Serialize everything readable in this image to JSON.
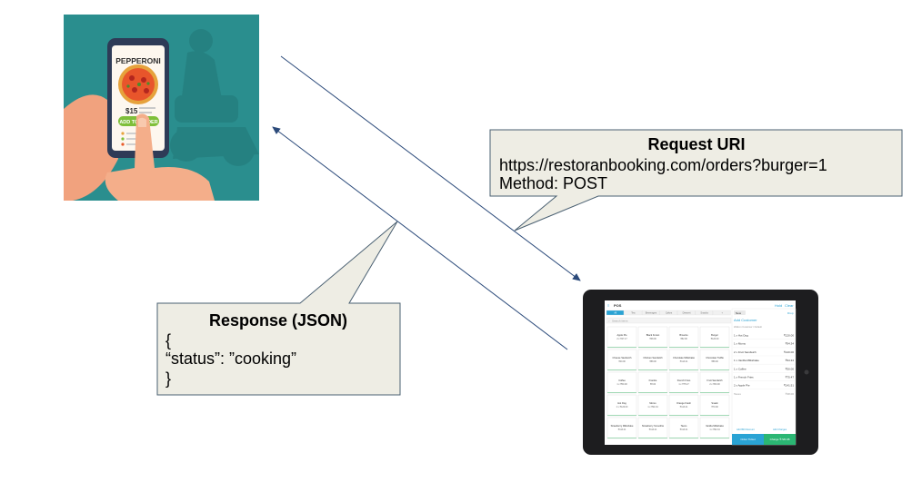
{
  "client": {
    "phone_title": "PEPPERONI",
    "price": "$15",
    "add_button": "ADD TO ORDER"
  },
  "request": {
    "title": "Request URI",
    "url": "https://restoranbooking.com/orders?burger=1",
    "method": "Method: POST"
  },
  "response": {
    "title": "Response (JSON)",
    "lines": [
      "{",
      "“status”: ”cooking”",
      "}"
    ]
  },
  "pos": {
    "brand": "POS",
    "tabs": [
      "All",
      "Tea",
      "Beverages",
      "Cakes",
      "Dessert",
      "Snacks",
      "+"
    ],
    "search_placeholder": "Search items",
    "products": [
      {
        "name": "Apple Pie",
        "price": "2 x ₹47.17"
      },
      {
        "name": "Black Forest",
        "price": "₹38.00"
      },
      {
        "name": "Brownie",
        "price": "₹82.00"
      },
      {
        "name": "Burger",
        "price": "₹120.00"
      },
      {
        "name": "Cheese Sandwich",
        "price": "₹40.00"
      },
      {
        "name": "Chicken Sandwich",
        "price": "₹88.00"
      },
      {
        "name": "Chocolate Milkshake",
        "price": "₹113.21"
      },
      {
        "name": "Chocolate Truffle",
        "price": "₹88.00"
      },
      {
        "name": "Coffee",
        "price": "1 x ₹50.00"
      },
      {
        "name": "Frankie",
        "price": "₹8.00"
      },
      {
        "name": "French Fries",
        "price": "1 x ₹75.47"
      },
      {
        "name": "Fruit Sandwich",
        "price": "2 x ₹60.00"
      },
      {
        "name": "Hot Dog",
        "price": "1 x ₹120.00"
      },
      {
        "name": "Momo",
        "price": "1 x ₹94.34"
      },
      {
        "name": "Orange Fresh",
        "price": "₹113.21"
      },
      {
        "name": "Snack",
        "price": "₹70.00"
      },
      {
        "name": "Strawberry Milkshake",
        "price": "₹113.21"
      },
      {
        "name": "Strawberry Smoothie",
        "price": "₹113.21"
      },
      {
        "name": "Tacos",
        "price": "₹113.21"
      },
      {
        "name": "Vanilla Milkshake",
        "price": "1 x ₹94.34"
      }
    ],
    "header_links": [
      "Hold",
      "Clear"
    ],
    "cart_button": "New",
    "cart_link": "Drop",
    "add_customer": "Add Customer",
    "customer_sub": "Walk-in Customer / Default",
    "cart_items": [
      {
        "name": "1 x Hot Dog",
        "price": "₹120.00"
      },
      {
        "name": "1 x Momo",
        "price": "₹94.34"
      },
      {
        "name": "2 x Fruit Sandwich",
        "price": "₹120.00"
      },
      {
        "name": "1 x Vanilla Milkshake",
        "price": "₹94.34"
      },
      {
        "name": "1 x Coffee",
        "price": "₹50.00"
      },
      {
        "name": "1 x French Fries",
        "price": "₹75.47"
      },
      {
        "name": "2 x Apple Pie",
        "price": "₹141.51"
      }
    ],
    "taxes_label": "Taxes",
    "taxes_value": "₹38.00",
    "footer_links": [
      "Add Bill Discount",
      "Add Charges"
    ],
    "order_button": "Order Ticket",
    "charge_button": "Charge ₹720.08"
  },
  "colors": {
    "phone_bg": "#2a8e8e",
    "arrow": "#2b4a7a",
    "callout_fill": "#eeede4",
    "callout_stroke": "#4a6072",
    "pos_blue": "#2aa3d4",
    "pos_green": "#2bb673"
  }
}
